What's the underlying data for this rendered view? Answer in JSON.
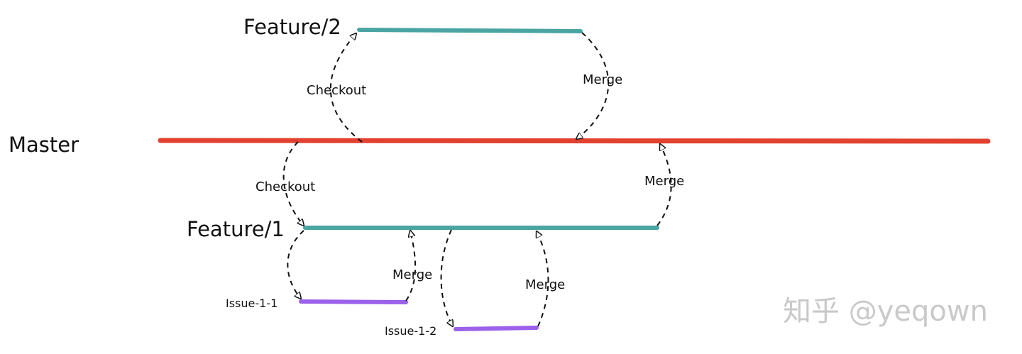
{
  "branches": {
    "master": "Master",
    "feature2": "Feature/2",
    "feature1": "Feature/1",
    "issue1": "Issue-1-1",
    "issue2": "Issue-1-2"
  },
  "edges": {
    "checkout_master_feature2": "Checkout",
    "merge_feature2_master": "Merge",
    "checkout_master_feature1": "Checkout",
    "merge_feature1_master": "Merge",
    "merge_issue1_feature1": "Merge",
    "merge_issue2_feature1": "Merge"
  },
  "colors": {
    "master": "#e2412f",
    "feature": "#4aa5a2",
    "issue": "#9b61ea"
  },
  "watermark": "知乎 @yeqown"
}
